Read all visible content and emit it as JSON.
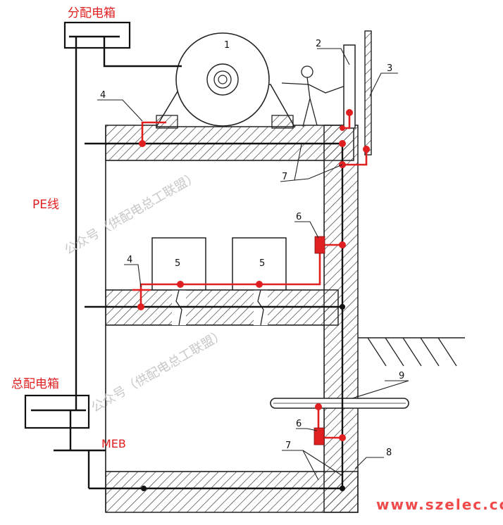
{
  "labels": {
    "distribution_box": "分配电箱",
    "main_box": "总配电箱",
    "pe_line": "PE线",
    "meb": "MEB"
  },
  "callouts": {
    "n1": "1",
    "n2": "2",
    "n3": "3",
    "n4a": "4",
    "n4b": "4",
    "n5a": "5",
    "n5b": "5",
    "n6a": "6",
    "n6b": "6",
    "n7a": "7",
    "n7b": "7",
    "n8": "8",
    "n9": "9"
  },
  "watermark": {
    "line1": "公众号（供配电总工联盟）",
    "line2": "公众号（供配电总工联盟）"
  },
  "site": "www.szelec.cc",
  "colors": {
    "conductor": "#111111",
    "bonding": "#e02020",
    "red_label": "#e02020",
    "watermark": "#c8c8c8"
  }
}
